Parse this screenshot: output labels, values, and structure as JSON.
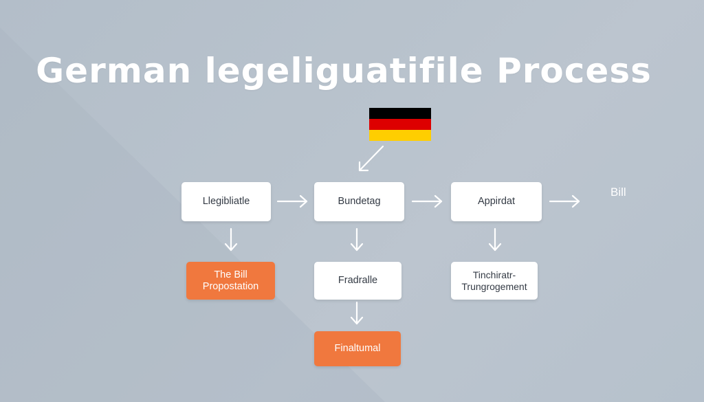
{
  "title": "German legeliguatifile Process",
  "colors": {
    "accent_orange": "#f0783e",
    "box_white": "#ffffff",
    "arrow": "#ffffff",
    "flag_black": "#000000",
    "flag_red": "#dd0000",
    "flag_gold": "#ffce00"
  },
  "flag": {
    "icon": "german-flag-icon"
  },
  "nodes": {
    "legibliatle": "Llegibliatle",
    "bundetag": "Bundetag",
    "appirdat": "Appirdat",
    "bill_label": "Bill",
    "bill_propostation": [
      "The Bill",
      "Propostation"
    ],
    "fradralle": "Fradralle",
    "tinchiratr": [
      "Tinchiratr-",
      "Trungrogement"
    ],
    "finaltumal": "Finaltumal"
  }
}
